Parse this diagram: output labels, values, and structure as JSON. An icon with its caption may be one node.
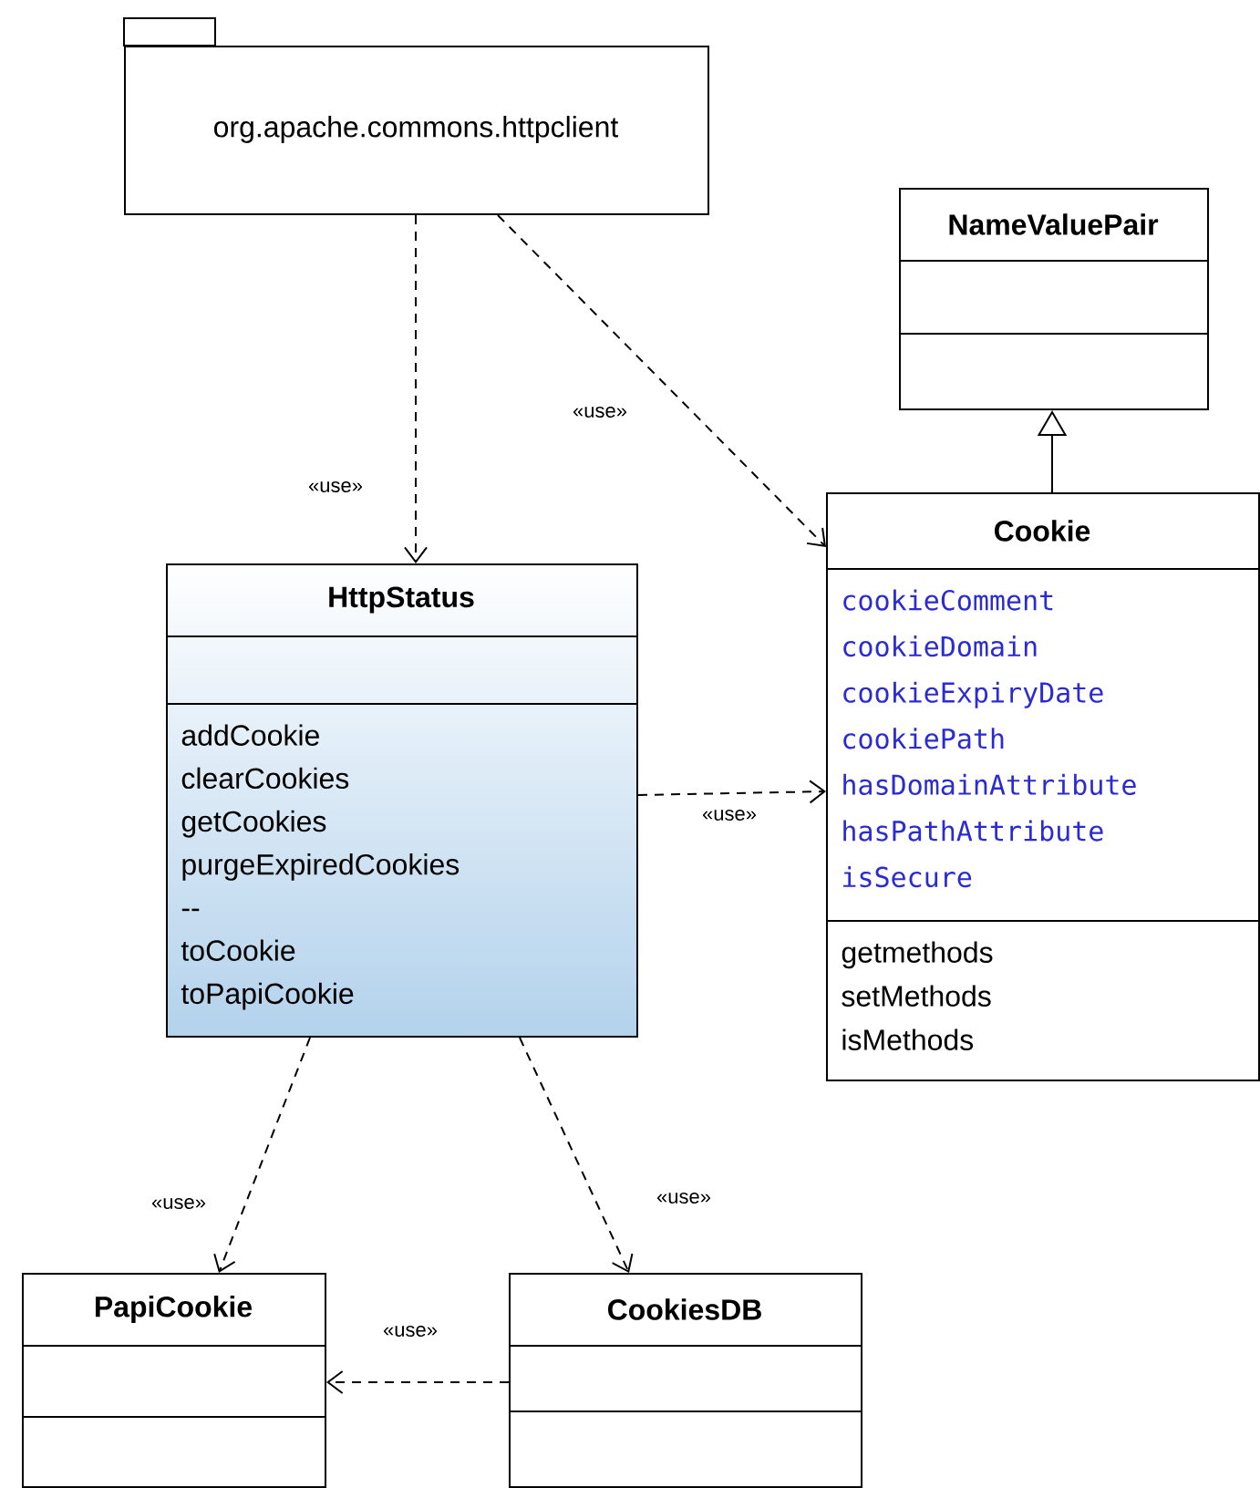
{
  "diagram": {
    "nodes": [
      {
        "text": [
          "org.apache.commons.httpclient"
        ]
      },
      {
        "text": [
          "NameValuePair"
        ]
      },
      {
        "text": [
          "Cookie",
          "cookieComment",
          "cookieDomain",
          "cookieExpiryDate",
          "cookiePath",
          "hasDomainAttribute",
          "hasPathAttribute",
          "isSecure",
          "getmethods",
          "setMethods",
          "isMethods"
        ]
      },
      {
        "text": [
          "HttpStatus",
          "addCookie",
          "clearCookies",
          "getCookies",
          "purgeExpiredCookies",
          "--",
          "toCookie",
          "toPapiCookie"
        ]
      },
      {
        "text": [
          "PapiCookie"
        ]
      },
      {
        "text": [
          "CookiesDB"
        ]
      }
    ],
    "edges": [
      {
        "from": 0,
        "to": 3,
        "arrow": "to",
        "style": "dashed",
        "label": "«use»"
      },
      {
        "from": 0,
        "to": 2,
        "arrow": "to",
        "style": "dashed",
        "label": "«use»"
      },
      {
        "from": 2,
        "to": 1,
        "arrow": "to"
      },
      {
        "from": 3,
        "to": 2,
        "arrow": "to",
        "style": "dashed",
        "label": "«use»"
      },
      {
        "from": 3,
        "to": 4,
        "arrow": "to",
        "style": "dashed",
        "label": "«use»"
      },
      {
        "from": 3,
        "to": 5,
        "arrow": "to",
        "style": "dashed",
        "label": "«use»"
      },
      {
        "from": 5,
        "to": 4,
        "arrow": "to",
        "style": "dashed",
        "label": "«use»"
      }
    ]
  }
}
